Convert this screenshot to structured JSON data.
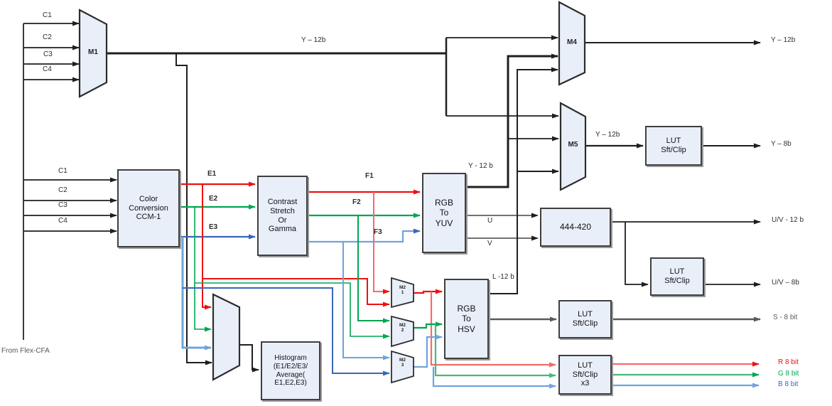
{
  "diagram": {
    "source_label": "From Flex-CFA",
    "muxes": {
      "m1": "M1",
      "m4": "M4",
      "m5": "M5",
      "m2_1": "M2\n1",
      "m2_2": "M2\n2",
      "m2_3": "M2\n3"
    },
    "blocks": {
      "ccm": "Color\nConversion\nCCM-1",
      "contrast": "Contrast\nStretch\nOr\nGamma",
      "rgb2yuv": "RGB\nTo\nYUV",
      "rgb2hsv": "RGB\nTo\nHSV",
      "conv444": "444-420",
      "lut_y": "LUT\nSft/Clip",
      "lut_uv": "LUT\nSft/Clip",
      "lut_s": "LUT\nSft/Clip",
      "lut_rgb": "LUT\nSft/Clip\nx3",
      "histogram": "Histogram\n(E1/E2/E3/\nAverage(\nE1,E2,E3)"
    },
    "labels": {
      "c_top": [
        "C1",
        "C2",
        "C3",
        "C4"
      ],
      "c_ccm": [
        "C1",
        "C2",
        "C3",
        "C4"
      ],
      "e": [
        "E1",
        "E2",
        "E3"
      ],
      "f": [
        "F1",
        "F2",
        "F3"
      ],
      "y12b_main": "Y – 12b",
      "y12b_yuv": "Y - 12 b",
      "y12b_m5": "Y – 12b",
      "u": "U",
      "v": "V",
      "l12b": "L -12 b"
    },
    "outputs": {
      "y12b": "Y – 12b",
      "y8b": "Y – 8b",
      "uv12b": "U/V - 12 b",
      "uv8b": "U/V – 8b",
      "s8bit": "S - 8 bit",
      "r8bit": "R 8 bit",
      "g8bit": "G 8 bit",
      "b8bit": "B 8 bit"
    },
    "colors": {
      "wire_black": "#1f1f1f",
      "wire_gray": "#5a5a5a",
      "red": "#ee1111",
      "light_red": "#f46a6a",
      "green": "#00a650",
      "light_green": "#44bb77",
      "blue": "#3a66b8",
      "light_blue": "#6fa3dc",
      "box_fill": "#e9eff9",
      "box_border": "#3f3f3f"
    }
  }
}
